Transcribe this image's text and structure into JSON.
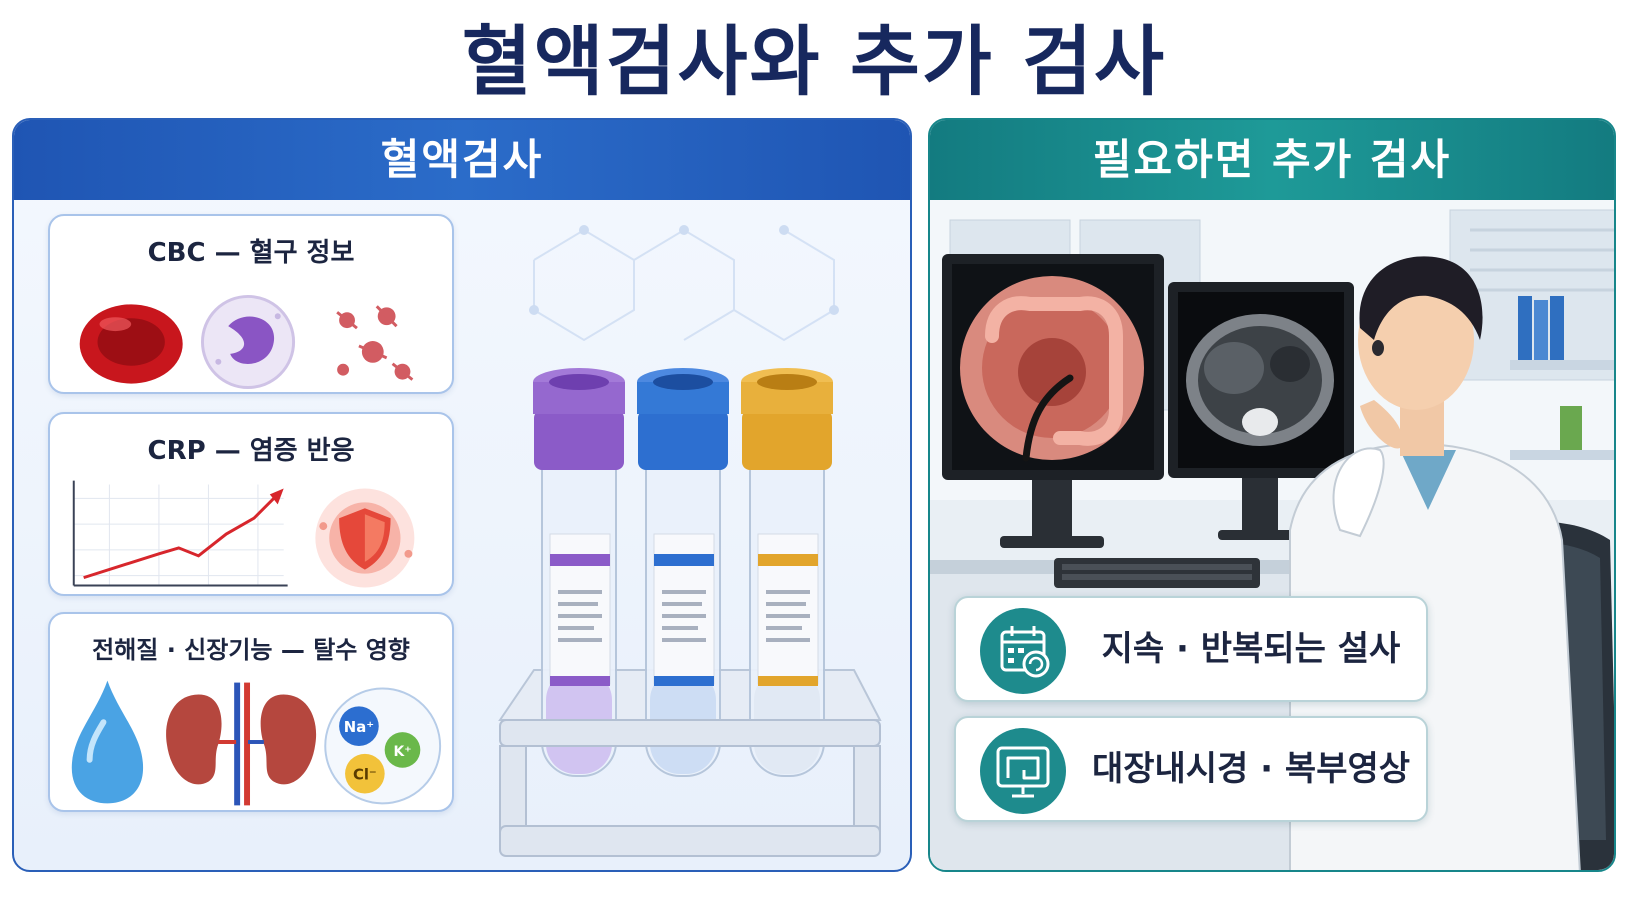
{
  "title": "혈액검사와 추가 검사",
  "left_panel": {
    "header": "혈액검사",
    "cards": [
      {
        "title": "CBC — 혈구 정보"
      },
      {
        "title": "CRP — 염증 반응"
      },
      {
        "title": "전해질 · 신장기능 — 탈수 영향"
      }
    ],
    "electrolytes": {
      "na": "Na⁺",
      "k": "K⁺",
      "cl": "Cl⁻"
    }
  },
  "right_panel": {
    "header": "필요하면 추가 검사",
    "items": [
      {
        "label": "지속 · 반복되는 설사",
        "icon": "calendar-repeat-icon"
      },
      {
        "label": "대장내시경 · 복부영상",
        "icon": "colon-monitor-icon"
      }
    ]
  },
  "colors": {
    "title": "#17285e",
    "left_accent": "#1f55b3",
    "right_accent": "#137b80",
    "tube_purple": "#8b5bc8",
    "tube_blue": "#2d6fd0",
    "tube_yellow": "#e2a52c"
  }
}
